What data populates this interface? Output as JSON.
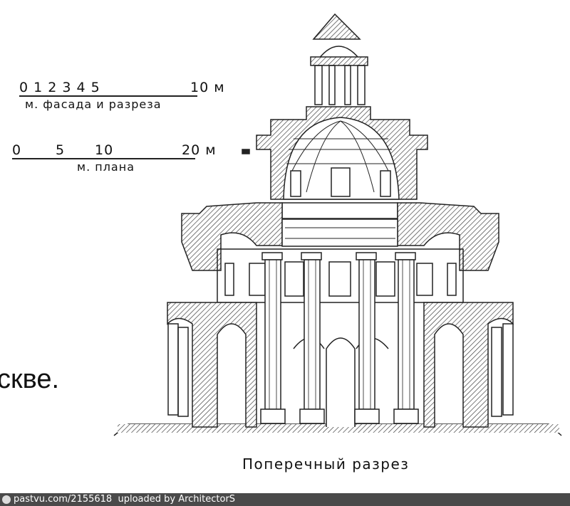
{
  "scale_facade": {
    "numbers": "0 1 2 3 4 5",
    "end": "10 м",
    "label": "м. фасада и разреза"
  },
  "scale_plan": {
    "n0": "0",
    "n5": "5",
    "n10": "10",
    "end": "20 м",
    "label": "м. плана"
  },
  "fragment_text": "скве.",
  "caption": "Поперечный разрез",
  "footer": {
    "icon": "pastvu-logo-icon",
    "text": "pastvu.com/2155618  uploaded by ArchitectorS"
  }
}
